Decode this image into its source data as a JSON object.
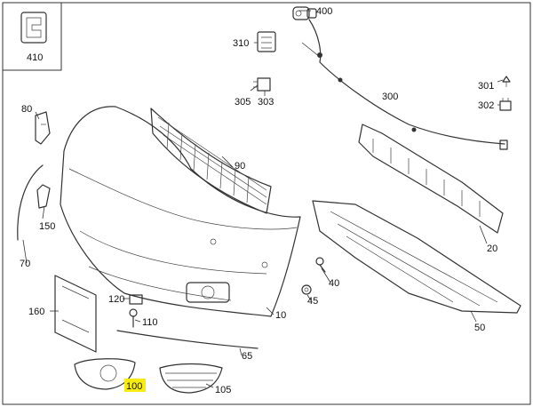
{
  "diagram": {
    "callouts": [
      {
        "id": "c410",
        "text": "410"
      },
      {
        "id": "c400",
        "text": "400"
      },
      {
        "id": "c310",
        "text": "310"
      },
      {
        "id": "c305",
        "text": "305"
      },
      {
        "id": "c303",
        "text": "303"
      },
      {
        "id": "c300",
        "text": "300"
      },
      {
        "id": "c301",
        "text": "301"
      },
      {
        "id": "c302",
        "text": "302"
      },
      {
        "id": "c80",
        "text": "80"
      },
      {
        "id": "c90",
        "text": "90"
      },
      {
        "id": "c150",
        "text": "150"
      },
      {
        "id": "c70",
        "text": "70"
      },
      {
        "id": "c20",
        "text": "20"
      },
      {
        "id": "c40",
        "text": "40"
      },
      {
        "id": "c45",
        "text": "45"
      },
      {
        "id": "c160",
        "text": "160"
      },
      {
        "id": "c120",
        "text": "120"
      },
      {
        "id": "c110",
        "text": "110"
      },
      {
        "id": "c10",
        "text": "10"
      },
      {
        "id": "c50",
        "text": "50"
      },
      {
        "id": "c65",
        "text": "65"
      },
      {
        "id": "c100",
        "text": "100"
      },
      {
        "id": "c105",
        "text": "105"
      }
    ],
    "highlight": {
      "part": "100",
      "color": "#f7ec12"
    }
  }
}
